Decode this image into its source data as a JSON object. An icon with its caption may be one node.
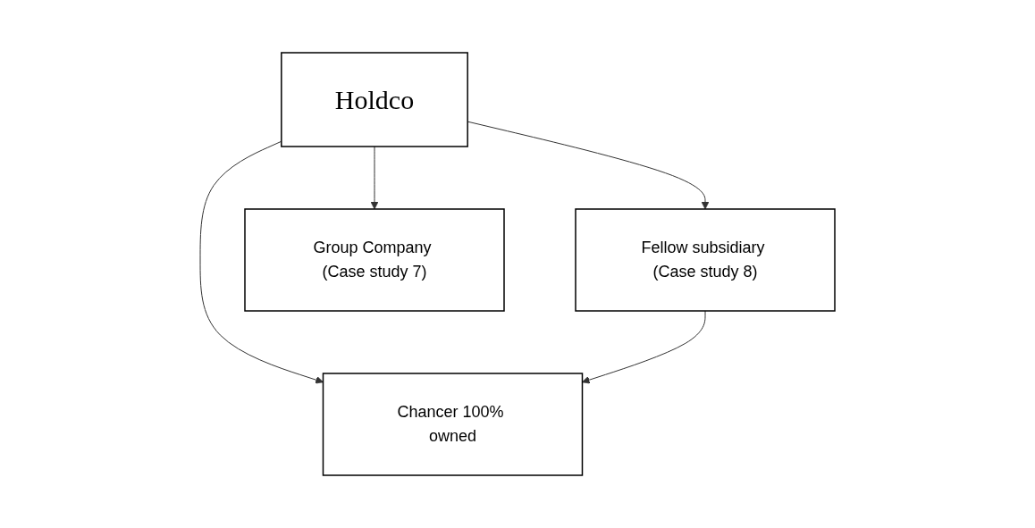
{
  "diagram": {
    "nodes": [
      {
        "text": [
          "Holdco"
        ]
      },
      {
        "text": [
          "Fellow subsidiary (Case study 8)"
        ]
      },
      {
        "text": [
          "Chancer 100% owned"
        ]
      },
      {
        "text": [
          "Group Company (Case study 7)"
        ]
      }
    ],
    "edges": [
      {
        "from": 0,
        "to": 1,
        "arrow": "to"
      },
      {
        "from": 0,
        "to": 2,
        "arrow": "to"
      },
      {
        "from": 0,
        "to": 3,
        "arrow": "to"
      },
      {
        "from": 1,
        "to": 2,
        "arrow": "to"
      }
    ]
  }
}
